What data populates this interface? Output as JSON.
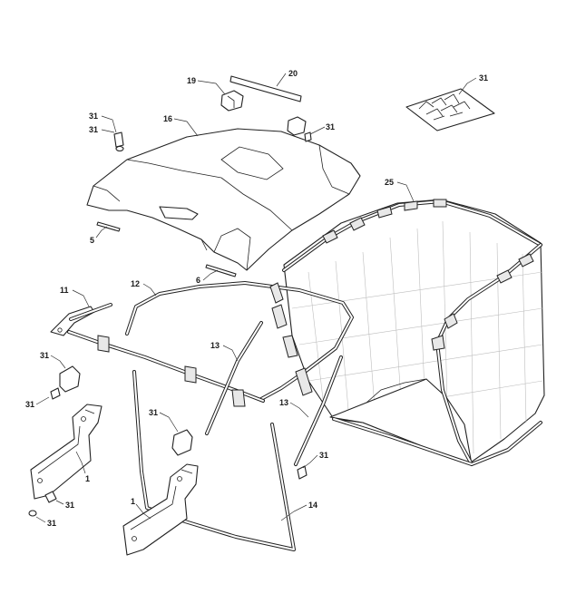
{
  "labels": {
    "l1a": "1",
    "l1b": "1",
    "l5": "5",
    "l6": "6",
    "l11": "11",
    "l12": "12",
    "l13a": "13",
    "l13b": "13",
    "l14": "14",
    "l16": "16",
    "l19": "19",
    "l20": "20",
    "l25": "25",
    "l31a": "31",
    "l31b": "31",
    "l31c": "31",
    "l31d": "31",
    "l31e": "31",
    "l31f": "31",
    "l31g": "31",
    "l31h": "31",
    "l31i": "31",
    "l31j": "31"
  }
}
